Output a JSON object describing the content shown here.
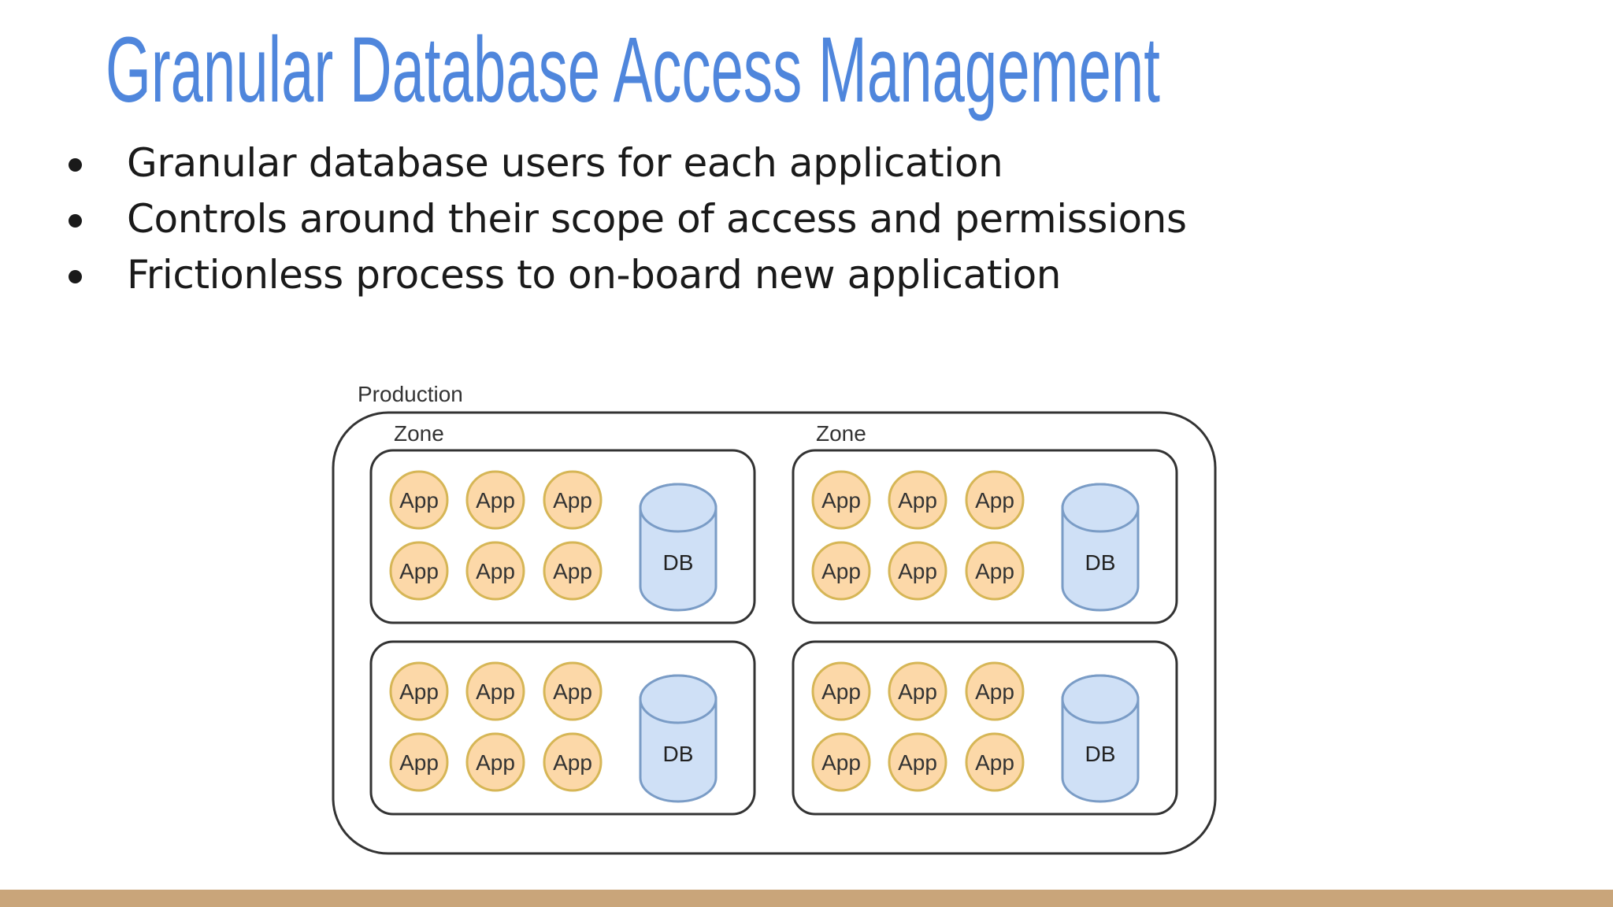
{
  "slide": {
    "title": "Granular Database Access Management",
    "bullets": [
      "Granular database users for each application",
      "Controls around their scope of access and permissions",
      "Frictionless process to on-board new application"
    ]
  },
  "diagram": {
    "outer_label": "Production",
    "zone_label": "Zone",
    "app_label": "App",
    "db_label": "DB",
    "zones": [
      {
        "label": "Zone",
        "apps": 6,
        "db": "DB"
      },
      {
        "label": "Zone",
        "apps": 6,
        "db": "DB"
      },
      {
        "apps": 6,
        "db": "DB"
      },
      {
        "apps": 6,
        "db": "DB"
      }
    ],
    "colors": {
      "app_fill": "#fcd8a8",
      "app_stroke": "#d6b656",
      "db_fill": "#cfe0f6",
      "db_stroke": "#7a9cc6",
      "border": "#333333"
    }
  },
  "colors": {
    "title": "#4f86dc",
    "footer_bar": "#c9a57a"
  }
}
